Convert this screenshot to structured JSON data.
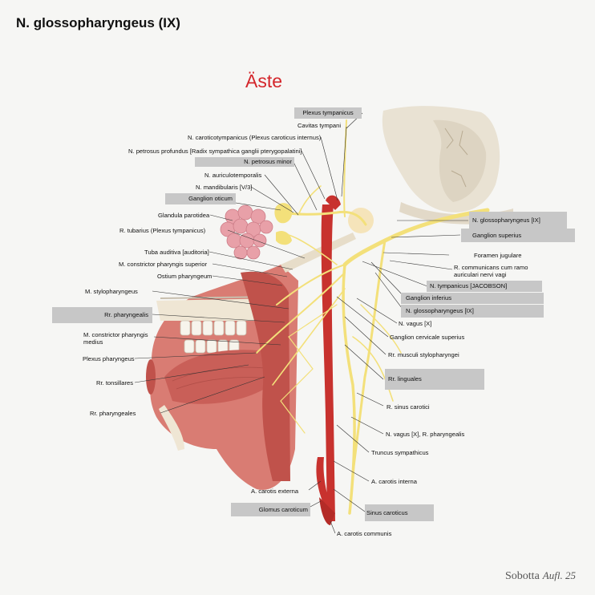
{
  "header": {
    "title": "N. glossopharyngeus (IX)",
    "subtitle": "Äste"
  },
  "footer": {
    "brand": "Sobotta",
    "edition": "Aufl. 25"
  },
  "labels": {
    "plexus_tympanicus": "Plexus tympanicus",
    "cavitas_tympani": "Cavitas tympani",
    "n_caroticotympanicus": "N. caroticotympanicus (Plexus caroticus internus)",
    "n_petrosus_profundus": "N. petrosus profundus [Radix sympathica ganglii pterygopalatini]",
    "n_petrosus_minor": "N. petrosus minor",
    "n_auriculotemporalis": "N. auriculotemporalis",
    "n_mandibularis": "N. mandibularis [V/3]",
    "ganglion_oticum": "Ganglion oticum",
    "glandula_parotidea": "Glandula parotidea",
    "r_tubarius": "R. tubarius (Plexus tympanicus)",
    "tuba_auditiva": "Tuba auditiva [auditoria]",
    "m_constrictor_sup": "M. constrictor pharyngis superior",
    "ostium_pharyngeum": "Ostium pharyngeum",
    "m_stylopharyngeus": "M. stylopharyngeus",
    "rr_pharyngealis": "Rr. pharyngealis",
    "m_constrictor_med": "M. constrictor pharyngis medius",
    "plexus_pharyngeus": "Plexus pharyngeus",
    "rr_tonsillares": "Rr. tonsillares",
    "rr_pharyngeales": "Rr. pharyngeales",
    "n_glosso_right": "N. glossopharyngeus [IX]",
    "ganglion_superius": "Ganglion superius",
    "foramen_jugulare": "Foramen jugulare",
    "r_communicans": "R. communicans cum ramo auriculari nervi vagi",
    "n_tympanicus": "N. tympanicus [JACOBSON]",
    "ganglion_inferius": "Ganglion inferius",
    "n_glosso_box": "N. glossopharyngeus [IX]",
    "n_vagus": "N. vagus [X]",
    "ganglion_cervicale": "Ganglion cervicale superius",
    "rr_musculi": "Rr. musculi stylopharyngei",
    "rr_linguales": "Rr. linguales",
    "r_sinus_carotici": "R. sinus carotici",
    "n_vagus_rpharyngealis": "N. vagus [X], R. pharyngealis",
    "truncus_sympathicus": "Truncus sympathicus",
    "a_carotis_interna": "A. carotis interna",
    "a_carotis_externa": "A. carotis externa",
    "glomus_caroticum": "Glomus caroticum",
    "sinus_caroticus": "Sinus caroticus",
    "a_carotis_communis": "A. carotis communis"
  },
  "colors": {
    "title_red": "#d4262b",
    "label_box": "#c7c7c7",
    "nerve": "#f3e07a",
    "artery": "#c8322e",
    "muscle": "#cc6e68",
    "bone": "#e9e2d3"
  }
}
